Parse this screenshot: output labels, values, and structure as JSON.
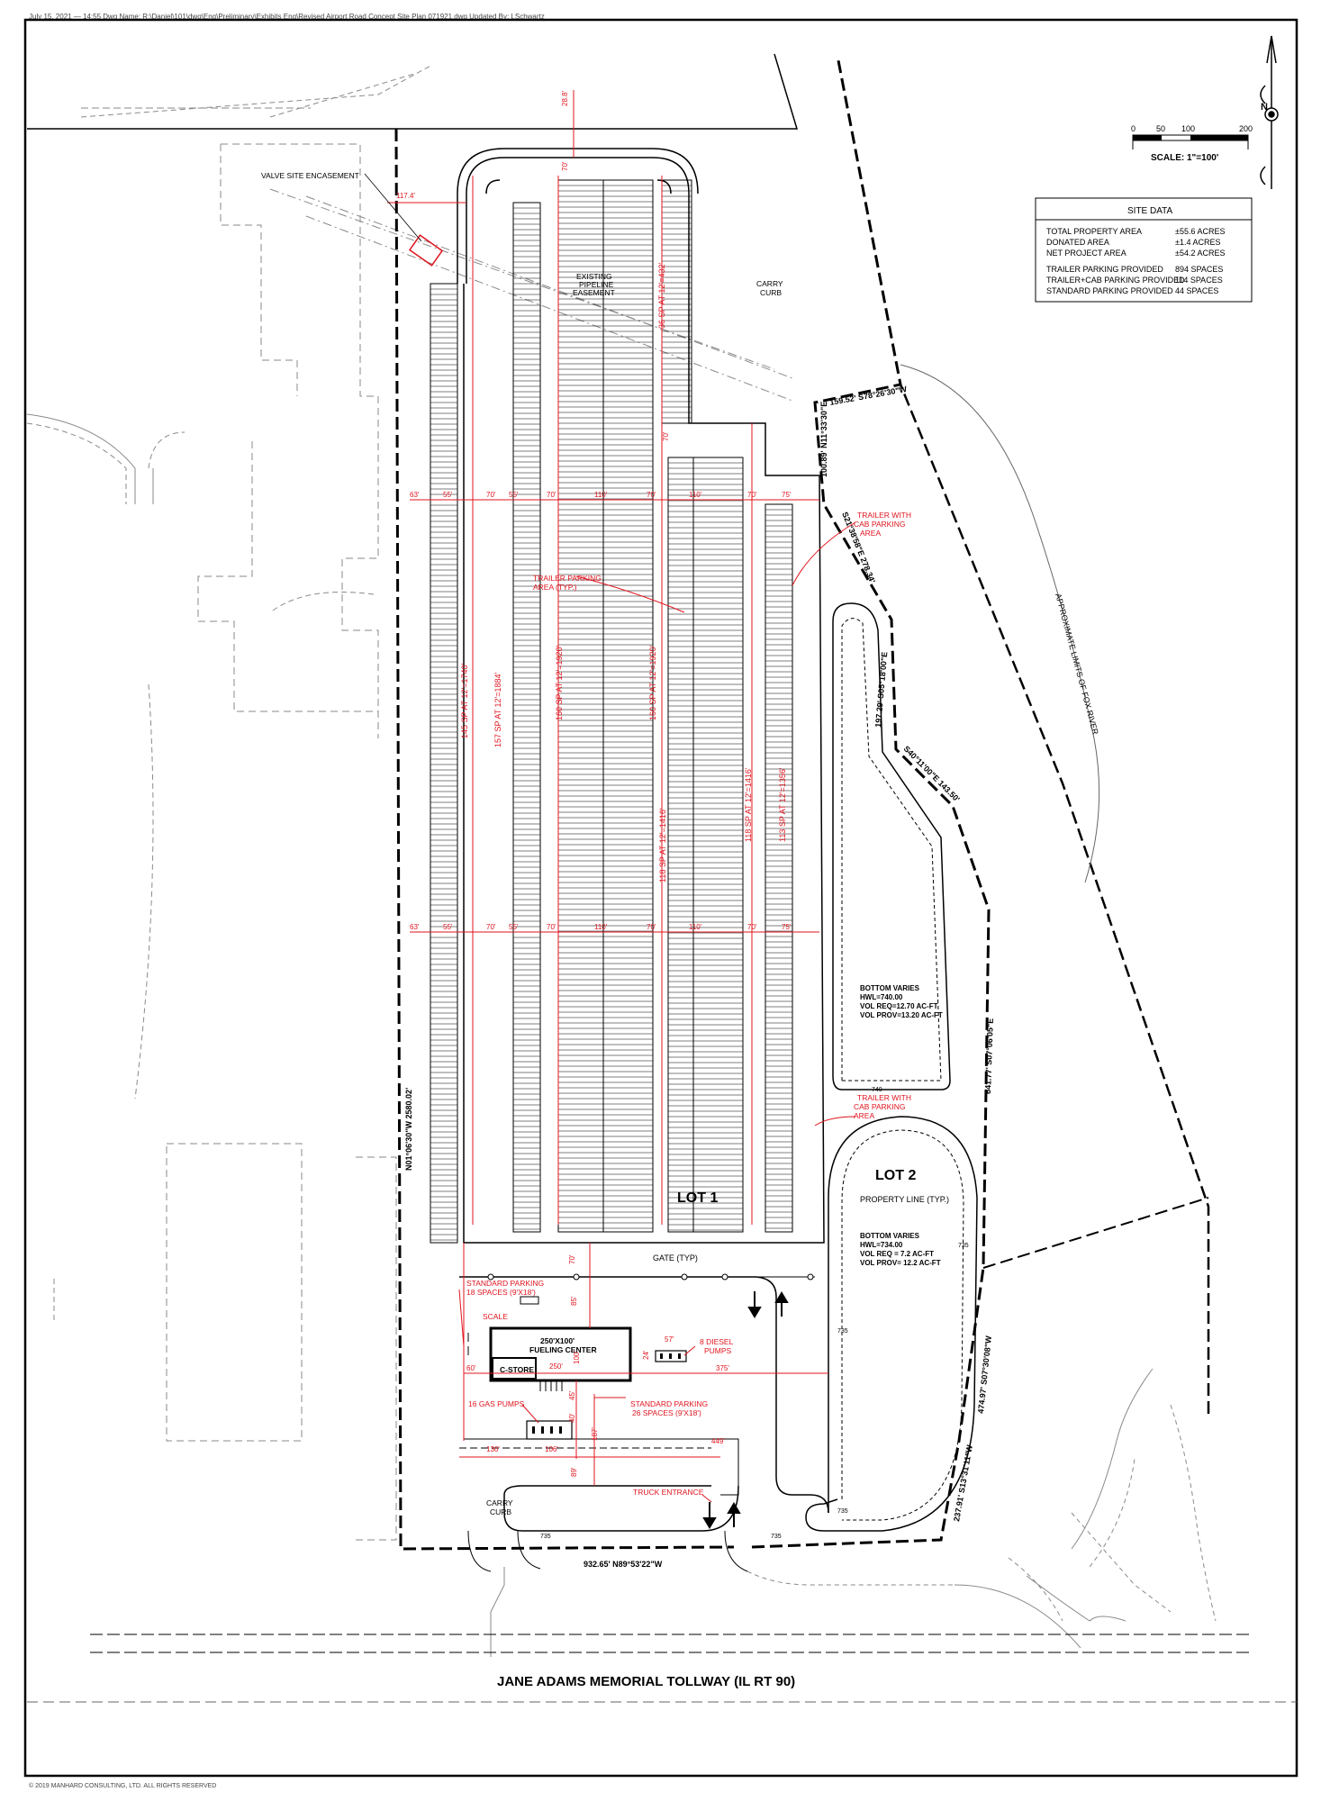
{
  "header_note": "July 15, 2021 — 14:55   Dwg Name: R:\\Daniel\\101\\dwg\\Eng\\Preliminary\\Exhibits Eng\\Revised Airport Road Concept Site Plan 071921.dwg   Updated By: LSchwartz",
  "copyright": "© 2019 MANHARD CONSULTING, LTD. ALL RIGHTS RESERVED",
  "north_letter": "N",
  "scale": {
    "ticks": [
      "0",
      "50",
      "100",
      "200"
    ],
    "label": "SCALE: 1\"=100'"
  },
  "site_data": {
    "title": "SITE DATA",
    "rows": [
      {
        "label": "TOTAL PROPERTY AREA",
        "value": "±55.6 ACRES"
      },
      {
        "label": "DONATED AREA",
        "value": "±1.4 ACRES"
      },
      {
        "label": "NET PROJECT AREA",
        "value": "±54.2 ACRES"
      },
      {
        "label": "TRAILER PARKING PROVIDED",
        "value": "894 SPACES"
      },
      {
        "label": "TRAILER+CAB PARKING PROVIDED",
        "value": "114 SPACES"
      },
      {
        "label": "STANDARD PARKING PROVIDED",
        "value": "44 SPACES"
      }
    ]
  },
  "labels": {
    "valve_site": "VALVE SITE ENCASEMENT",
    "pipeline_1": "EXISTING",
    "pipeline_2": "PIPELINE",
    "pipeline_3": "EASEMENT",
    "carry_curb_1": "CARRY",
    "carry_curb_2": "CURB",
    "trailer_cab_1": "TRAILER WITH",
    "trailer_cab_2": "CAB PARKING",
    "trailer_cab_3": "AREA",
    "trailer_area_1": "TRAILER PARKING",
    "trailer_area_2": "AREA (TYP.)",
    "fox_river": "APPROXIMATE LIMITS OF FOX RIVER",
    "lot1": "LOT 1",
    "lot2": "LOT 2",
    "property_line": "PROPERTY LINE (TYP.)",
    "gate": "GATE (TYP)",
    "std_parking_18_1": "STANDARD PARKING",
    "std_parking_18_2": "18 SPACES (9'X18')",
    "scale_label": "SCALE",
    "fueling_1": "250'X100'",
    "fueling_2": "FUELING CENTER",
    "cstore": "C-STORE",
    "diesel_1": "8 DIESEL",
    "diesel_2": "PUMPS",
    "gas_pumps": "16 GAS PUMPS",
    "std_parking_26_1": "STANDARD PARKING",
    "std_parking_26_2": "26 SPACES (9'X18')",
    "truck_entrance": "TRUCK ENTRANCE",
    "road": "JANE ADAMS MEMORIAL TOLLWAY (IL RT 90)"
  },
  "basin1": {
    "line1": "BOTTOM VARIES",
    "line2": "HWL=740.00",
    "line3": "VOL REQ=12.70 AC-FT",
    "line4": "VOL PROV=13.20 AC-FT",
    "contour": "740"
  },
  "basin2": {
    "line1": "BOTTOM VARIES",
    "line2": "HWL=734.00",
    "line3": "VOL REQ = 7.2 AC-FT",
    "line4": "VOL PROV= 12.2 AC-FT",
    "contour": "735"
  },
  "bearings": {
    "west": "N01°06'30\"W 2580.02'",
    "south": "932.65' N89°53'22\"W",
    "ne_1": "159.52' S78°26'30\"W",
    "ne_2": "100.89' N11°33'30\"E",
    "ne_3": "S21°38'58\"E 278.34'",
    "ne_4": "197.29' S05°18'00\"E",
    "ne_5": "S40°11'00\"E 143.50'",
    "ne_6": "641.77' S07°06'05\"E",
    "ne_7": "474.97' S07°30'08\"W",
    "ne_8": "237.91' S13°31'11\"W"
  },
  "dims": {
    "d288": "28.8'",
    "d70top": "70'",
    "d1174": "117.4'",
    "d70mid": "70'",
    "row_top": [
      "63'",
      "55'",
      "70'",
      "55'",
      "70'",
      "110'",
      "70'",
      "110'",
      "70'",
      "75'"
    ],
    "row_bottom": [
      "63'",
      "55'",
      "70'",
      "55'",
      "70'",
      "110'",
      "70'",
      "110'",
      "70'",
      "75'"
    ],
    "d70gate": "70'",
    "d85": "85'",
    "d100": "100'",
    "d60": "60'",
    "d250": "250'",
    "d57": "57'",
    "d24": "24'",
    "d375": "375'",
    "d45": "45'",
    "d40": "40'",
    "d130": "130'",
    "d106": "106'",
    "d187": "187'",
    "d449": "449'",
    "d89": "89'"
  },
  "stall_texts": [
    "145 SP AT 12'=1740'",
    "157 SP AT 12'=1884'",
    "160 SP AT 12'=1920'",
    "160 SP AT 12'=1920'",
    "118 SP AT 12'=1416'",
    "118 SP AT 12'=1416'",
    "113 SP AT 12'=1356'",
    "36 SP AT 12'=432'"
  ],
  "colors": {
    "line": "#000000",
    "red": "#e0141e",
    "gray": "#8a8a8a"
  }
}
